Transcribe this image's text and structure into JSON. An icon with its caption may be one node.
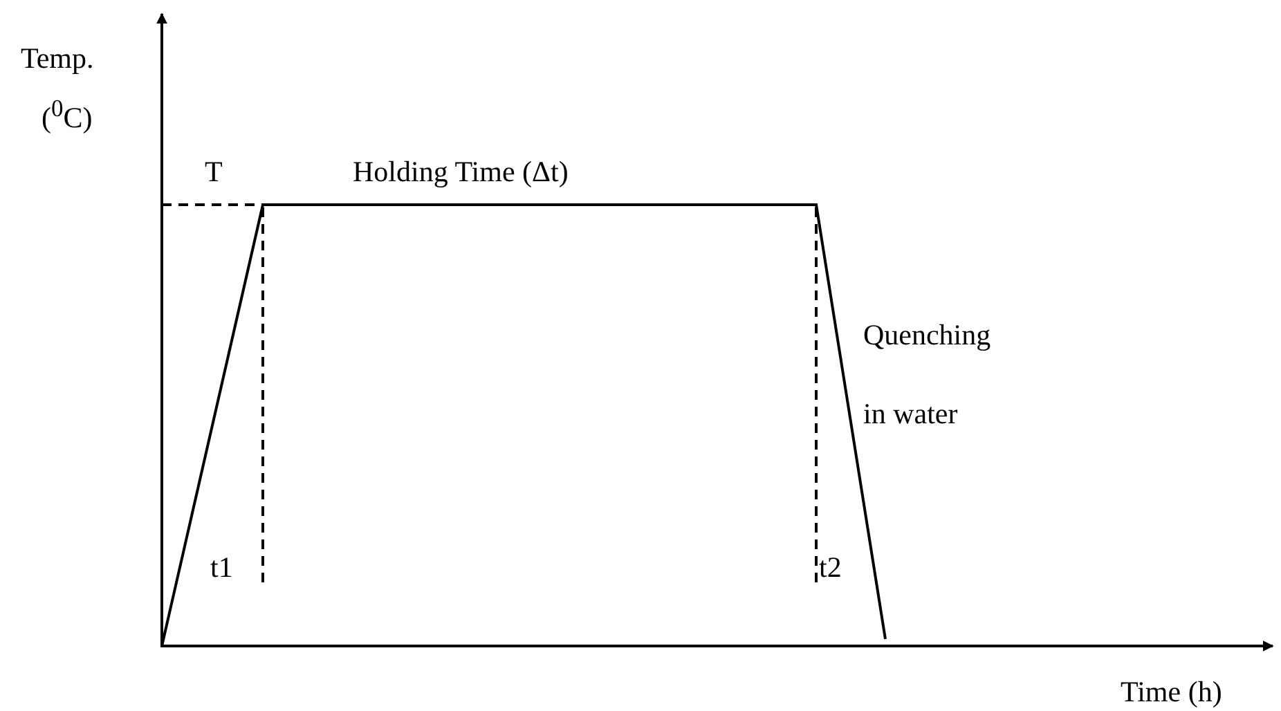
{
  "diagram": {
    "labels": [
      "Temp.",
      "($^{0}$C)",
      "T",
      "Holding Time (Δt)",
      "Quenching in water",
      "t1",
      "t2",
      "Time (h)"
    ]
  }
}
